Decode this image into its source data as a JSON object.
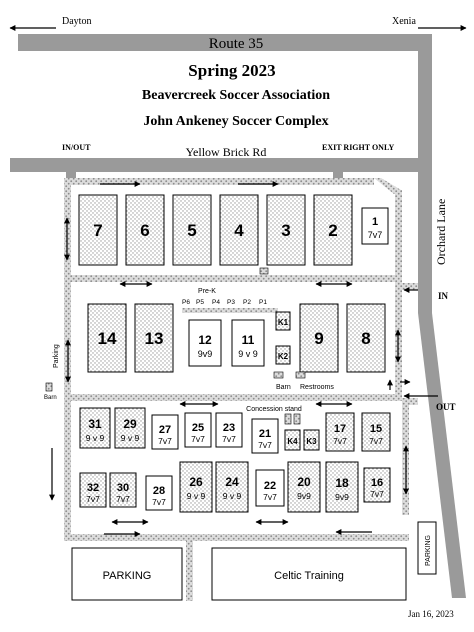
{
  "roads": {
    "dayton": "Dayton",
    "xenia": "Xenia",
    "route": "Route 35",
    "yellow_brick": "Yellow Brick Rd",
    "orchard": "Orchard Lane"
  },
  "titles": {
    "season": "Spring 2023",
    "association": "Beavercreek Soccer Association",
    "complex": "John Ankeney Soccer Complex"
  },
  "entrances": {
    "in_out": "IN/OUT",
    "exit_right": "EXIT RIGHT ONLY",
    "in": "IN",
    "out": "OUT"
  },
  "labels": {
    "prek": "Pre-K",
    "barn": "Barn",
    "restrooms": "Restrooms",
    "barn_left": "Barn",
    "parking_left": "Parking",
    "concession": "Concession stand",
    "parking_bottom": "PARKING",
    "celtic": "Celtic Training",
    "parking_right": "PARKING",
    "date": "Jan 16, 2023"
  },
  "prek_fields": [
    "P6",
    "P5",
    "P4",
    "P3",
    "P2",
    "P1"
  ],
  "fields": {
    "f7": {
      "num": "7",
      "fmt": ""
    },
    "f6": {
      "num": "6",
      "fmt": ""
    },
    "f5": {
      "num": "5",
      "fmt": ""
    },
    "f4": {
      "num": "4",
      "fmt": ""
    },
    "f3": {
      "num": "3",
      "fmt": ""
    },
    "f2": {
      "num": "2",
      "fmt": ""
    },
    "f1": {
      "num": "1",
      "fmt": "7v7"
    },
    "f14": {
      "num": "14",
      "fmt": ""
    },
    "f13": {
      "num": "13",
      "fmt": ""
    },
    "f12": {
      "num": "12",
      "fmt": "9v9"
    },
    "f11": {
      "num": "11",
      "fmt": "9 v 9"
    },
    "f9": {
      "num": "9",
      "fmt": ""
    },
    "f8": {
      "num": "8",
      "fmt": ""
    },
    "k1": {
      "num": "K1",
      "fmt": ""
    },
    "k2": {
      "num": "K2",
      "fmt": ""
    },
    "k3": {
      "num": "K3",
      "fmt": ""
    },
    "k4": {
      "num": "K4",
      "fmt": ""
    },
    "f31": {
      "num": "31",
      "fmt": "9 v 9"
    },
    "f29": {
      "num": "29",
      "fmt": "9 v 9"
    },
    "f27": {
      "num": "27",
      "fmt": "7v7"
    },
    "f25": {
      "num": "25",
      "fmt": "7v7"
    },
    "f23": {
      "num": "23",
      "fmt": "7v7"
    },
    "f21": {
      "num": "21",
      "fmt": "7v7"
    },
    "f17": {
      "num": "17",
      "fmt": "7v7"
    },
    "f15": {
      "num": "15",
      "fmt": "7v7"
    },
    "f32": {
      "num": "32",
      "fmt": "7v7"
    },
    "f30": {
      "num": "30",
      "fmt": "7v7"
    },
    "f28": {
      "num": "28",
      "fmt": "7v7"
    },
    "f26": {
      "num": "26",
      "fmt": "9 v 9"
    },
    "f24": {
      "num": "24",
      "fmt": "9 v 9"
    },
    "f22": {
      "num": "22",
      "fmt": "7v7"
    },
    "f20": {
      "num": "20",
      "fmt": "9v9"
    },
    "f18": {
      "num": "18",
      "fmt": "9v9"
    },
    "f16": {
      "num": "16",
      "fmt": "7v7"
    }
  }
}
